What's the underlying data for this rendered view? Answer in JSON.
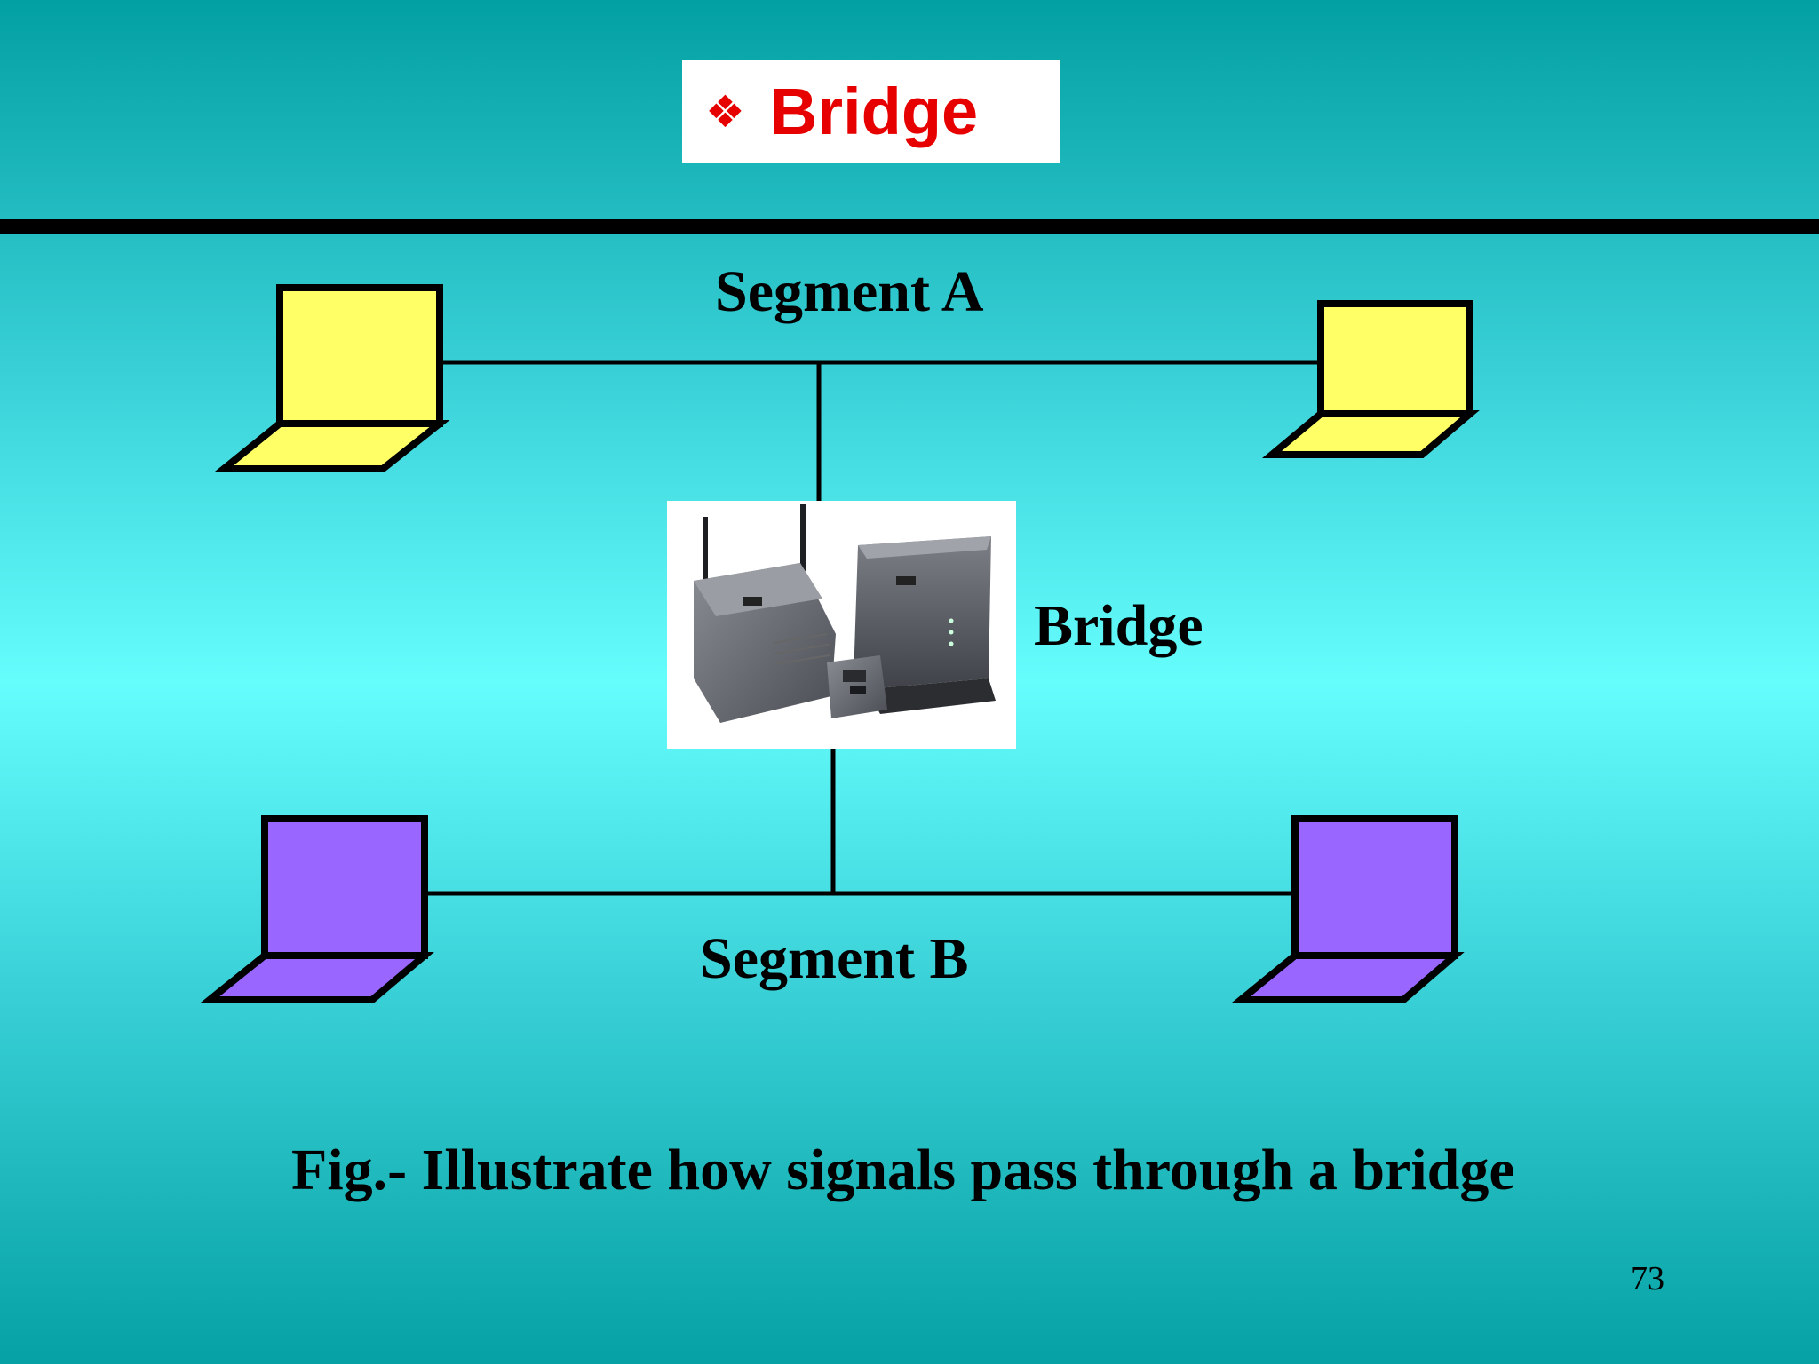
{
  "slide": {
    "title": "Bridge",
    "title_bullet": "❖",
    "page_number": "73"
  },
  "diagram": {
    "segment_a_label": "Segment A",
    "segment_b_label": "Segment B",
    "bridge_label": "Bridge",
    "caption": "Fig.- Illustrate how signals pass through a bridge"
  },
  "colors": {
    "title": "#e60000",
    "segment_a_laptops": "#ffff66",
    "segment_b_laptops": "#9966ff"
  }
}
